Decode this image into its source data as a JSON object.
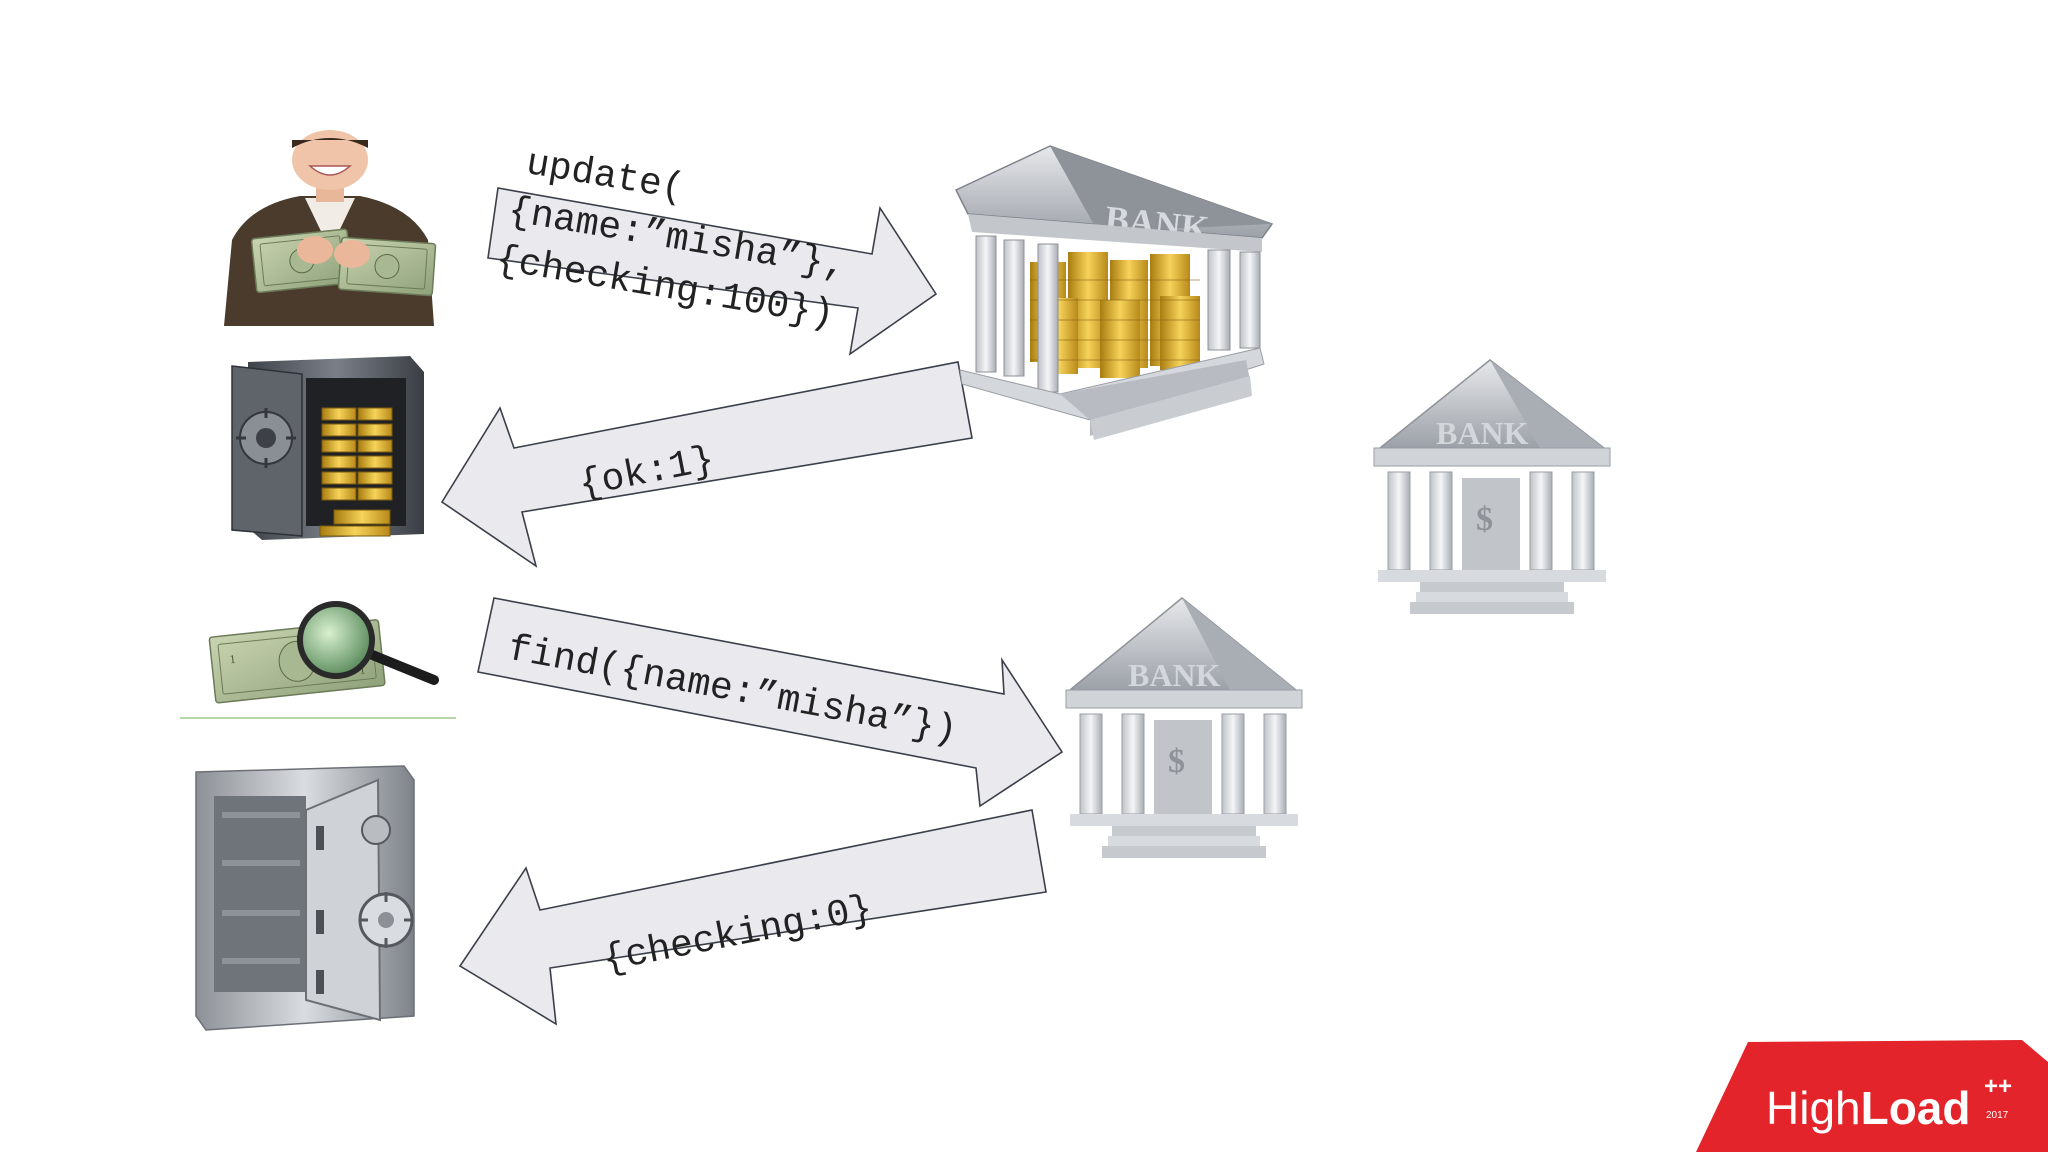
{
  "arrows": {
    "update": {
      "lines": [
        "update(",
        "{name:”misha”},",
        "{checking:100})"
      ]
    },
    "ok": {
      "label": "{ok:1}"
    },
    "find": {
      "label": "find({name:”misha”})"
    },
    "checking": {
      "label": "{checking:0}"
    }
  },
  "banks": {
    "top_label": "BANK",
    "right_label": "BANK",
    "lower_label": "BANK",
    "dollar": "$"
  },
  "brand": {
    "name_light": "High",
    "name_bold": "Load",
    "superscript": "++",
    "year": "2017"
  },
  "colors": {
    "arrow_fill": "#e9e9ee",
    "arrow_stroke": "#3b3f4a",
    "brand_red": "#e3242b"
  },
  "icons": [
    "person-with-money-icon",
    "gold-vault-icon",
    "dollar-magnifier-icon",
    "empty-safe-icon",
    "bank-with-gold-icon",
    "bank-icon"
  ]
}
